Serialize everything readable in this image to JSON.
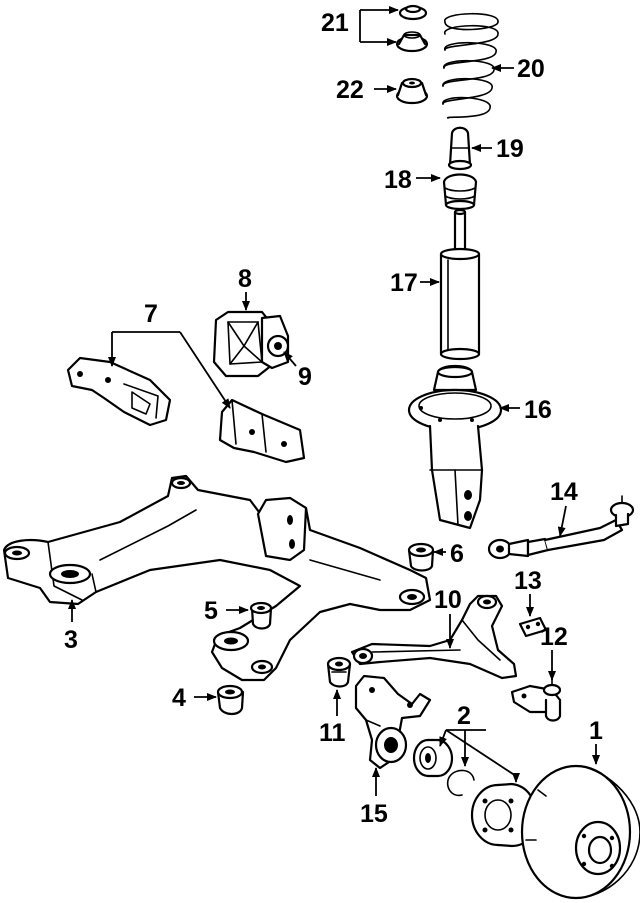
{
  "callouts": {
    "c1": "1",
    "c2": "2",
    "c3": "3",
    "c4": "4",
    "c5": "5",
    "c6": "6",
    "c7": "7",
    "c8": "8",
    "c9": "9",
    "c10": "10",
    "c11": "11",
    "c12": "12",
    "c13": "13",
    "c14": "14",
    "c15": "15",
    "c16": "16",
    "c17": "17",
    "c18": "18",
    "c19": "19",
    "c20": "20",
    "c21": "21",
    "c22": "22"
  },
  "colors": {
    "line": "#000000",
    "background": "#ffffff"
  }
}
